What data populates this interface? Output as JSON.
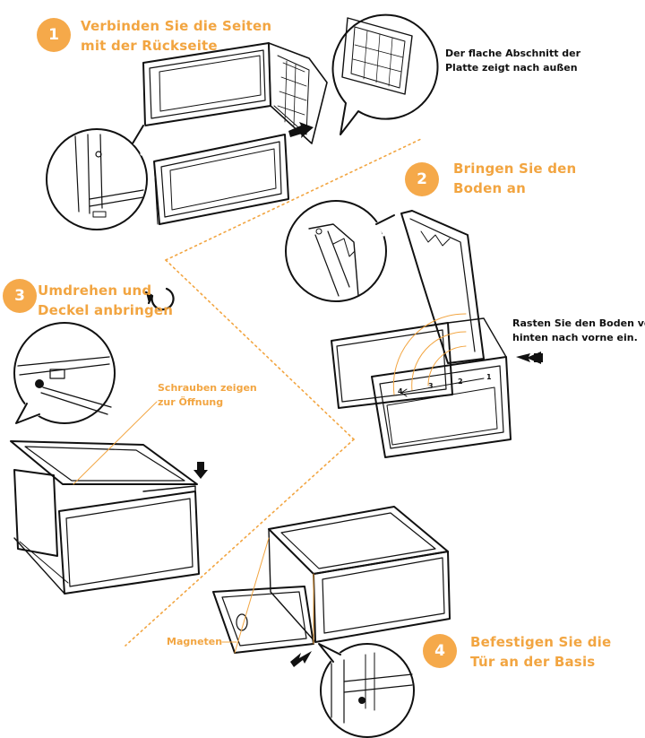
{
  "colors": {
    "accent": "#f5a94a",
    "line": "#111111",
    "dotted": "#f2a541"
  },
  "steps": [
    {
      "number": "1",
      "title_line1": "Verbinden Sie die Seiten",
      "title_line2": "mit der Rückseite"
    },
    {
      "number": "2",
      "title_line1": "Bringen Sie den",
      "title_line2": "Boden an"
    },
    {
      "number": "3",
      "title_line1": "Umdrehen und",
      "title_line2": "Deckel anbringen"
    },
    {
      "number": "4",
      "title_line1": "Befestigen Sie die",
      "title_line2": "Tür an der Basis"
    }
  ],
  "notes": {
    "flat_side_line1": "Der flache Abschnitt der",
    "flat_side_line2": "Platte zeigt nach außen",
    "snap_line1": "Rasten Sie den Boden von",
    "snap_line2": "hinten nach vorne ein.",
    "screws_line1": "Schrauben zeigen",
    "screws_line2": "zur Öffnung",
    "magnets": "Magneten"
  },
  "sequence_marks": [
    "4",
    "3",
    "2",
    "1"
  ],
  "icons": [
    "rotate-arrow-icon",
    "push-arrow-icon",
    "down-arrow-icon"
  ]
}
